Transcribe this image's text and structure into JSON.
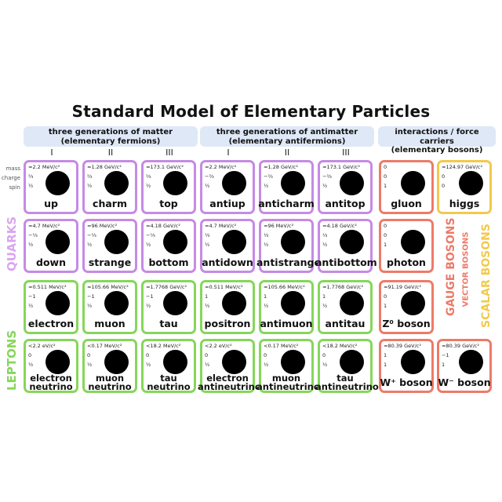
{
  "title": "Standard Model of Elementary Particles",
  "headers": {
    "matter": [
      "three generations of matter",
      "(elementary fermions)"
    ],
    "antimatter": [
      "three generations of antimatter",
      "(elementary antifermions)"
    ],
    "bosons": [
      "interactions / force carriers",
      "(elementary bosons)"
    ]
  },
  "generations": [
    "I",
    "II",
    "III",
    "I",
    "II",
    "III"
  ],
  "properties": [
    "mass",
    "charge",
    "spin"
  ],
  "group_labels": {
    "quarks": "QUARKS",
    "leptons": "LEPTONS",
    "gauge_bosons": "GAUGE BOSONS",
    "vector_bosons": "VECTOR BOSONS",
    "scalar_bosons": "SCALAR BOSONS"
  },
  "colors": {
    "quark": "#c68ae6",
    "lepton": "#86d65a",
    "gauge": "#ee7a68",
    "scalar": "#f2c94c",
    "header_bg": "#dfe8f7"
  },
  "particles": [
    {
      "id": "up",
      "category": "quark",
      "row": 0,
      "col": 0,
      "mass": "≈2.2 MeV/c²",
      "charge": "⅔",
      "spin": "½",
      "name": [
        "up"
      ]
    },
    {
      "id": "charm",
      "category": "quark",
      "row": 0,
      "col": 1,
      "mass": "≈1.28 GeV/c²",
      "charge": "⅔",
      "spin": "½",
      "name": [
        "charm"
      ]
    },
    {
      "id": "top",
      "category": "quark",
      "row": 0,
      "col": 2,
      "mass": "≈173.1 GeV/c²",
      "charge": "⅔",
      "spin": "½",
      "name": [
        "top"
      ]
    },
    {
      "id": "antiup",
      "category": "quark",
      "row": 0,
      "col": 3,
      "mass": "≈2.2 MeV/c²",
      "charge": "−⅔",
      "spin": "½",
      "name": [
        "antiup"
      ]
    },
    {
      "id": "anticharm",
      "category": "quark",
      "row": 0,
      "col": 4,
      "mass": "≈1.28 GeV/c²",
      "charge": "−⅔",
      "spin": "½",
      "name": [
        "anticharm"
      ]
    },
    {
      "id": "antitop",
      "category": "quark",
      "row": 0,
      "col": 5,
      "mass": "≈173.1 GeV/c²",
      "charge": "−⅔",
      "spin": "½",
      "name": [
        "antitop"
      ]
    },
    {
      "id": "gluon",
      "category": "gauge",
      "row": 0,
      "col": 6,
      "mass": "0",
      "charge": "0",
      "spin": "1",
      "name": [
        "gluon"
      ]
    },
    {
      "id": "higgs",
      "category": "scalar",
      "row": 0,
      "col": 7,
      "mass": "≈124.97 GeV/c²",
      "charge": "0",
      "spin": "0",
      "name": [
        "higgs"
      ]
    },
    {
      "id": "down",
      "category": "quark",
      "row": 1,
      "col": 0,
      "mass": "≈4.7 MeV/c²",
      "charge": "−⅓",
      "spin": "½",
      "name": [
        "down"
      ]
    },
    {
      "id": "strange",
      "category": "quark",
      "row": 1,
      "col": 1,
      "mass": "≈96 MeV/c²",
      "charge": "−⅓",
      "spin": "½",
      "name": [
        "strange"
      ]
    },
    {
      "id": "bottom",
      "category": "quark",
      "row": 1,
      "col": 2,
      "mass": "≈4.18 GeV/c²",
      "charge": "−⅓",
      "spin": "½",
      "name": [
        "bottom"
      ]
    },
    {
      "id": "antidown",
      "category": "quark",
      "row": 1,
      "col": 3,
      "mass": "≈4.7 MeV/c²",
      "charge": "⅓",
      "spin": "½",
      "name": [
        "antidown"
      ]
    },
    {
      "id": "antistrange",
      "category": "quark",
      "row": 1,
      "col": 4,
      "mass": "≈96 MeV/c²",
      "charge": "⅓",
      "spin": "½",
      "name": [
        "antistrange"
      ]
    },
    {
      "id": "antibottom",
      "category": "quark",
      "row": 1,
      "col": 5,
      "mass": "≈4.18 GeV/c²",
      "charge": "⅓",
      "spin": "½",
      "name": [
        "antibottom"
      ]
    },
    {
      "id": "photon",
      "category": "gauge",
      "row": 1,
      "col": 6,
      "mass": "0",
      "charge": "0",
      "spin": "1",
      "name": [
        "photon"
      ]
    },
    {
      "id": "electron",
      "category": "lepton",
      "row": 2,
      "col": 0,
      "mass": "≈0.511 MeV/c²",
      "charge": "−1",
      "spin": "½",
      "name": [
        "electron"
      ]
    },
    {
      "id": "muon",
      "category": "lepton",
      "row": 2,
      "col": 1,
      "mass": "≈105.66 MeV/c²",
      "charge": "−1",
      "spin": "½",
      "name": [
        "muon"
      ]
    },
    {
      "id": "tau",
      "category": "lepton",
      "row": 2,
      "col": 2,
      "mass": "≈1.7768 GeV/c²",
      "charge": "−1",
      "spin": "½",
      "name": [
        "tau"
      ]
    },
    {
      "id": "positron",
      "category": "lepton",
      "row": 2,
      "col": 3,
      "mass": "≈0.511 MeV/c²",
      "charge": "1",
      "spin": "½",
      "name": [
        "positron"
      ]
    },
    {
      "id": "antimuon",
      "category": "lepton",
      "row": 2,
      "col": 4,
      "mass": "≈105.66 MeV/c²",
      "charge": "1",
      "spin": "½",
      "name": [
        "antimuon"
      ]
    },
    {
      "id": "antitau",
      "category": "lepton",
      "row": 2,
      "col": 5,
      "mass": "≈1.7768 GeV/c²",
      "charge": "1",
      "spin": "½",
      "name": [
        "antitau"
      ]
    },
    {
      "id": "z-boson",
      "category": "gauge",
      "row": 2,
      "col": 6,
      "mass": "≈91.19 GeV/c²",
      "charge": "0",
      "spin": "1",
      "name": [
        "Z⁰ boson"
      ]
    },
    {
      "id": "electron-neutrino",
      "category": "lepton",
      "row": 3,
      "col": 0,
      "mass": "<2.2 eV/c²",
      "charge": "0",
      "spin": "½",
      "name": [
        "electron",
        "neutrino"
      ]
    },
    {
      "id": "muon-neutrino",
      "category": "lepton",
      "row": 3,
      "col": 1,
      "mass": "<0.17 MeV/c²",
      "charge": "0",
      "spin": "½",
      "name": [
        "muon",
        "neutrino"
      ]
    },
    {
      "id": "tau-neutrino",
      "category": "lepton",
      "row": 3,
      "col": 2,
      "mass": "<18.2 MeV/c²",
      "charge": "0",
      "spin": "½",
      "name": [
        "tau",
        "neutrino"
      ]
    },
    {
      "id": "electron-antineutrino",
      "category": "lepton",
      "row": 3,
      "col": 3,
      "mass": "<2.2 eV/c²",
      "charge": "0",
      "spin": "½",
      "name": [
        "electron",
        "antineutrino"
      ]
    },
    {
      "id": "muon-antineutrino",
      "category": "lepton",
      "row": 3,
      "col": 4,
      "mass": "<0.17 MeV/c²",
      "charge": "0",
      "spin": "½",
      "name": [
        "muon",
        "antineutrino"
      ]
    },
    {
      "id": "tau-antineutrino",
      "category": "lepton",
      "row": 3,
      "col": 5,
      "mass": "<18.2 MeV/c²",
      "charge": "0",
      "spin": "½",
      "name": [
        "tau",
        "antineutrino"
      ]
    },
    {
      "id": "w-plus-boson",
      "category": "gauge",
      "row": 3,
      "col": 6,
      "mass": "≈80.39 GeV/c²",
      "charge": "1",
      "spin": "1",
      "name": [
        "W⁺ boson"
      ]
    },
    {
      "id": "w-minus-boson",
      "category": "gauge",
      "row": 3,
      "col": 7,
      "mass": "≈80.39 GeV/c²",
      "charge": "−1",
      "spin": "1",
      "name": [
        "W⁻ boson"
      ]
    }
  ]
}
